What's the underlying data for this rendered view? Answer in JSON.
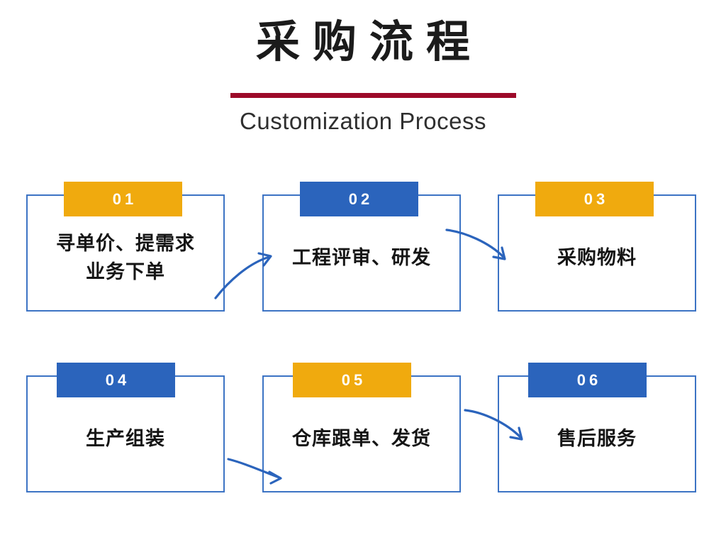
{
  "header": {
    "title_cn": "采购流程",
    "subtitle_en": "Customization Process",
    "rule_color": "#9d0a29"
  },
  "theme": {
    "orange": "#f0aa0e",
    "blue": "#2b64bc",
    "border_blue": "#3c73c4",
    "text_dark": "#151515",
    "background": "#ffffff"
  },
  "flow": {
    "steps": [
      {
        "number": "01",
        "badge_color": "orange",
        "lines": [
          "寻单价、提需求",
          "业务下单"
        ],
        "line1": "寻单价、提需求",
        "line2": "业务下单"
      },
      {
        "number": "02",
        "badge_color": "blue",
        "lines": [
          "工程评审、研发"
        ],
        "line1": "工程评审、研发",
        "line2": ""
      },
      {
        "number": "03",
        "badge_color": "orange",
        "lines": [
          "采购物料"
        ],
        "line1": "采购物料",
        "line2": ""
      },
      {
        "number": "04",
        "badge_color": "blue",
        "lines": [
          "生产组装"
        ],
        "line1": "生产组装",
        "line2": ""
      },
      {
        "number": "05",
        "badge_color": "orange",
        "lines": [
          "仓库跟单、发货"
        ],
        "line1": "仓库跟单、发货",
        "line2": ""
      },
      {
        "number": "06",
        "badge_color": "blue",
        "lines": [
          "售后服务"
        ],
        "line1": "售后服务",
        "line2": ""
      }
    ],
    "connectors": [
      {
        "from": "01",
        "to": "02",
        "direction": "up-right"
      },
      {
        "from": "02",
        "to": "03",
        "direction": "down-right"
      },
      {
        "from": "04",
        "to": "05",
        "direction": "down-right"
      },
      {
        "from": "05",
        "to": "06",
        "direction": "down-right"
      }
    ]
  }
}
